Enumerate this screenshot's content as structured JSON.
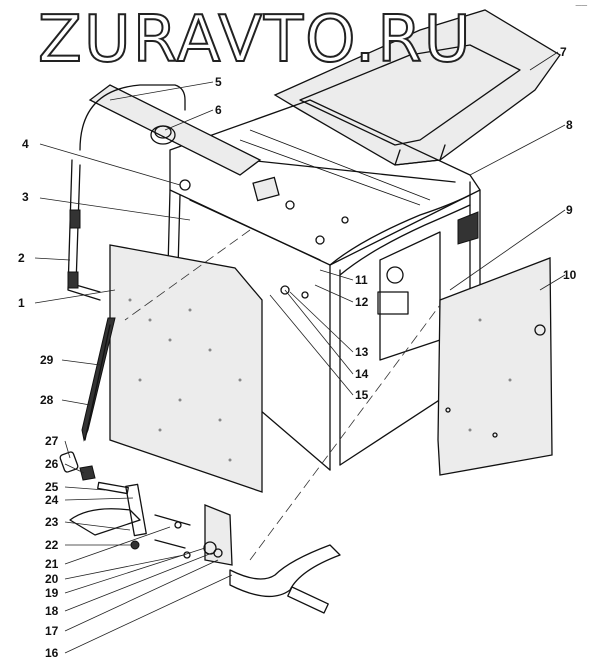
{
  "watermark": "ZURAVTO.RU",
  "corner_mark": "──",
  "callouts": [
    "1",
    "2",
    "3",
    "4",
    "5",
    "6",
    "7",
    "8",
    "9",
    "10",
    "11",
    "12",
    "13",
    "14",
    "15",
    "16",
    "17",
    "18",
    "19",
    "20",
    "21",
    "22",
    "23",
    "24",
    "25",
    "26",
    "27",
    "28",
    "29"
  ]
}
